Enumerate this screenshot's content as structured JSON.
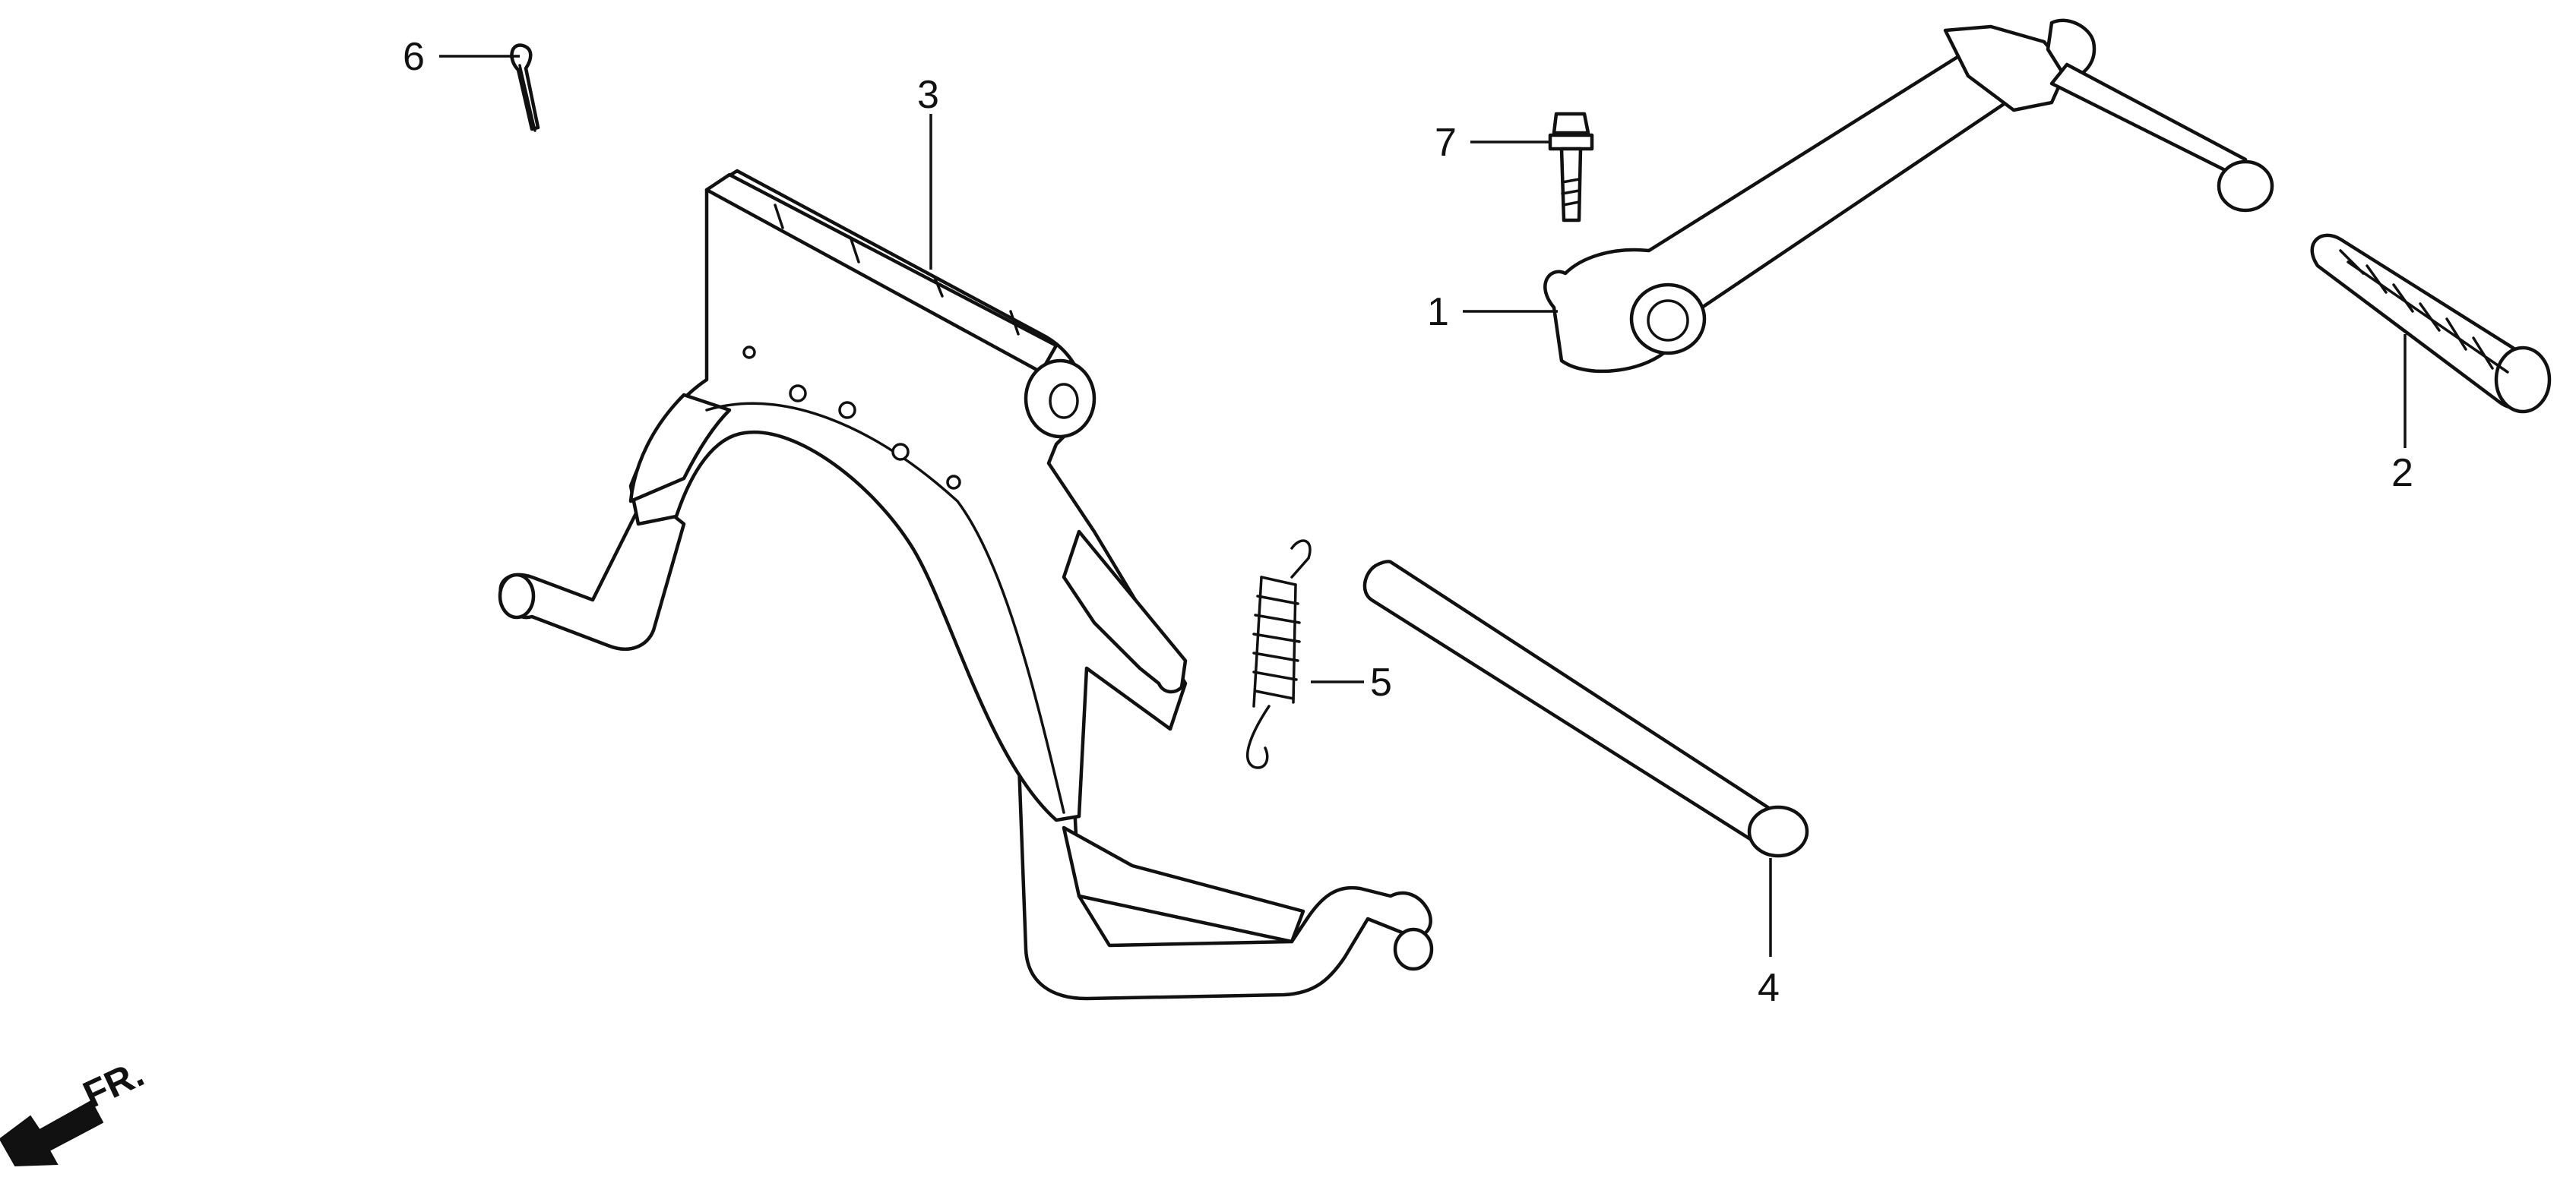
{
  "diagram": {
    "callouts": [
      {
        "id": "callout-1",
        "label": "1"
      },
      {
        "id": "callout-2",
        "label": "2"
      },
      {
        "id": "callout-3",
        "label": "3"
      },
      {
        "id": "callout-4",
        "label": "4"
      },
      {
        "id": "callout-5",
        "label": "5"
      },
      {
        "id": "callout-6",
        "label": "6"
      },
      {
        "id": "callout-7",
        "label": "7"
      }
    ],
    "direction_indicator": {
      "label": "FR.",
      "icon": "arrow-front-icon"
    },
    "colors": {
      "line": "#111111",
      "background": "#ffffff"
    }
  }
}
